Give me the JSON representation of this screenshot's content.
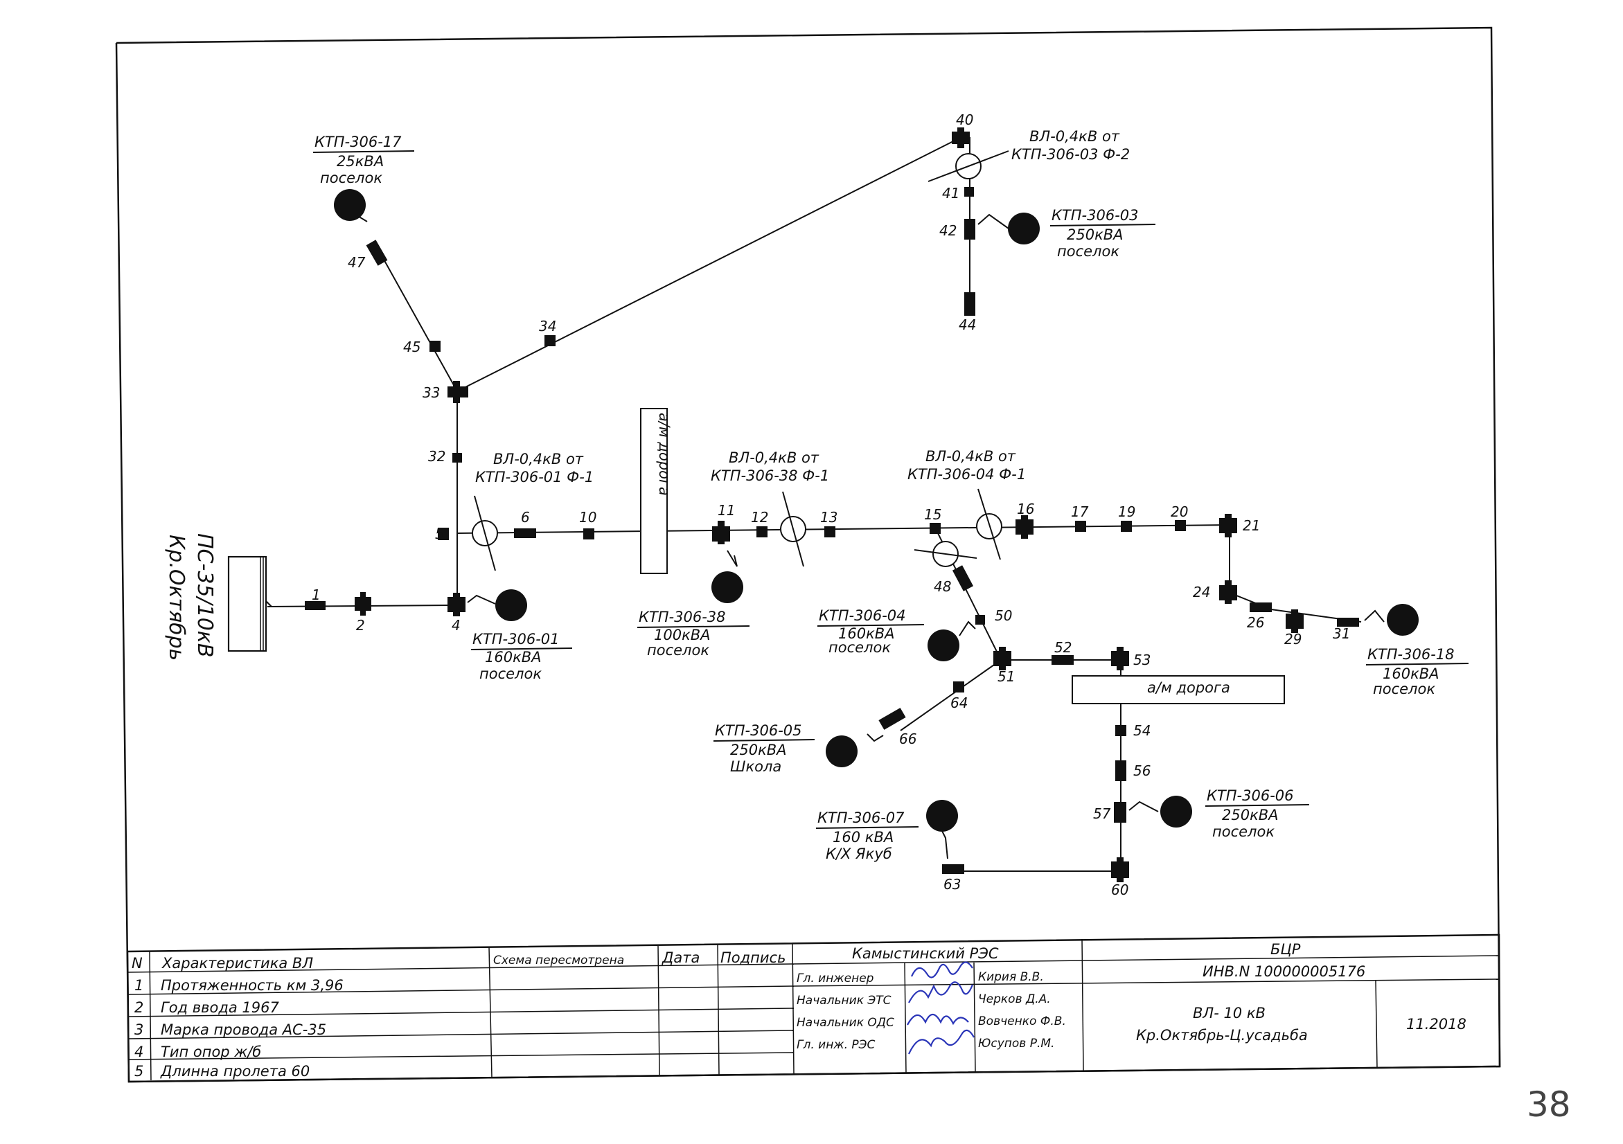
{
  "substation": {
    "line1": "ПС-35/10кВ",
    "line2": "Кр.Октябрь"
  },
  "poles": {
    "p1": "1",
    "p2": "2",
    "p4": "4",
    "p5": "5",
    "p6": "6",
    "p10": "10",
    "p11": "11",
    "p12": "12",
    "p13": "13",
    "p15": "15",
    "p16": "16",
    "p17": "17",
    "p19": "19",
    "p20": "20",
    "p21": "21",
    "p24": "24",
    "p26": "26",
    "p29": "29",
    "p31": "31",
    "p32": "32",
    "p33": "33",
    "p34": "34",
    "p40": "40",
    "p41": "41",
    "p42": "42",
    "p44": "44",
    "p45": "45",
    "p47": "47",
    "p48": "48",
    "p50": "50",
    "p51": "51",
    "p52": "52",
    "p53": "53",
    "p54": "54",
    "p56": "56",
    "p57": "57",
    "p60": "60",
    "p63": "63",
    "p64": "64",
    "p66": "66"
  },
  "transformers": {
    "t17": {
      "name": "КТП-306-17",
      "power": "25кВА",
      "place": "поселок"
    },
    "t03": {
      "name": "КТП-306-03",
      "power": "250кВА",
      "place": "поселок"
    },
    "t01": {
      "name": "КТП-306-01",
      "power": "160кВА",
      "place": "поселок"
    },
    "t38": {
      "name": "КТП-306-38",
      "power": "100кВА",
      "place": "поселок"
    },
    "t04": {
      "name": "КТП-306-04",
      "power": "160кВА",
      "place": "поселок"
    },
    "t18": {
      "name": "КТП-306-18",
      "power": "160кВА",
      "place": "поселок"
    },
    "t05": {
      "name": "КТП-306-05",
      "power": "250кВА",
      "place": "Школа"
    },
    "t07": {
      "name": "КТП-306-07",
      "power": "160 кВА",
      "place": "К/Х Якуб"
    },
    "t06": {
      "name": "КТП-306-06",
      "power": "250кВА",
      "place": "поселок"
    }
  },
  "crossings": {
    "c01": {
      "line1": "ВЛ-0,4кВ от",
      "line2": "КТП-306-01 Ф-1"
    },
    "c38": {
      "line1": "ВЛ-0,4кВ от",
      "line2": "КТП-306-38 Ф-1"
    },
    "c04": {
      "line1": "ВЛ-0,4кВ от",
      "line2": "КТП-306-04 Ф-1"
    },
    "c03": {
      "line1": "ВЛ-0,4кВ от",
      "line2": "КТП-306-03 Ф-2"
    }
  },
  "roads": {
    "road_vertical": "а/м дорога",
    "road_horizontal": "а/м дорога"
  },
  "title_block": {
    "header_n": "N",
    "header_char": "Характеристика ВЛ",
    "rows": [
      {
        "n": "1",
        "text": "Протяженность км 3,96"
      },
      {
        "n": "2",
        "text": "Год ввода 1967"
      },
      {
        "n": "3",
        "text": "Марка провода АС-35"
      },
      {
        "n": "4",
        "text": "Тип опор ж/б"
      },
      {
        "n": "5",
        "text": "Длинна пролета 60"
      }
    ],
    "reviewed": "Схема пересмотрена",
    "date": "Дата",
    "signature": "Подпись",
    "org": "Камыстинский РЭС",
    "staff": [
      {
        "role": "Гл. инженер",
        "name": "Кирия В.В."
      },
      {
        "role": "Начальник ЭТС",
        "name": "Черков Д.А."
      },
      {
        "role": "Начальник ОДС",
        "name": "Вовченко Ф.В."
      },
      {
        "role": "Гл. инж. РЭС",
        "name": "Юсупов Р.М."
      }
    ],
    "dept": "БЦР",
    "inv": "ИНВ.N 100000005176",
    "line_name": "ВЛ- 10 кВ",
    "line_route": "Кр.Октябрь-Ц.усадьба",
    "doc_date": "11.2018"
  },
  "page_number": "38"
}
